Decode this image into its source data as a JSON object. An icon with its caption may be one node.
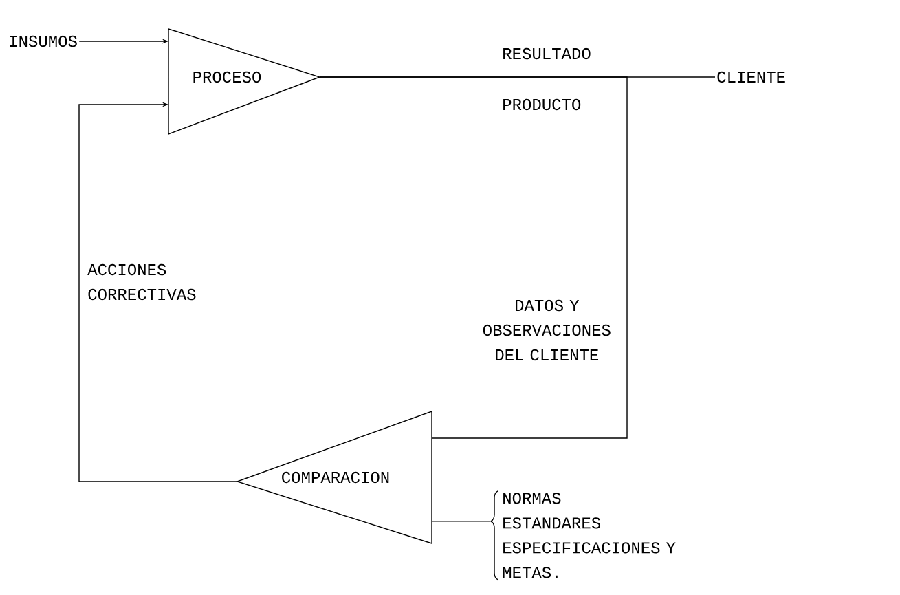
{
  "diagram": {
    "nodes": [
      {
        "text": [
          "INSUMOS"
        ]
      },
      {
        "text": [
          "PROCESO"
        ]
      },
      {
        "text": [
          "CLIENTE"
        ]
      },
      {
        "text": [
          "COMPARACION"
        ]
      },
      {
        "text": [
          "NORMAS",
          "ESTANDARES",
          "ESPECIFICACIONES Y METAS."
        ]
      }
    ],
    "edges": [
      {
        "from": 0,
        "to": 1,
        "arrow": "to"
      },
      {
        "from": 1,
        "to": 2,
        "arrow": "none",
        "label": "RESULTADO"
      },
      {
        "from": 1,
        "to": 3,
        "arrow": "none",
        "label": "DATOS Y OBSERVACIONES DEL CLIENTE"
      },
      {
        "from": 3,
        "to": 1,
        "arrow": "to",
        "label": "ACCIONES CORRECTIVAS"
      },
      {
        "from": 4,
        "to": 3,
        "arrow": "none"
      }
    ],
    "labels": [
      "PRODUCTO"
    ]
  }
}
